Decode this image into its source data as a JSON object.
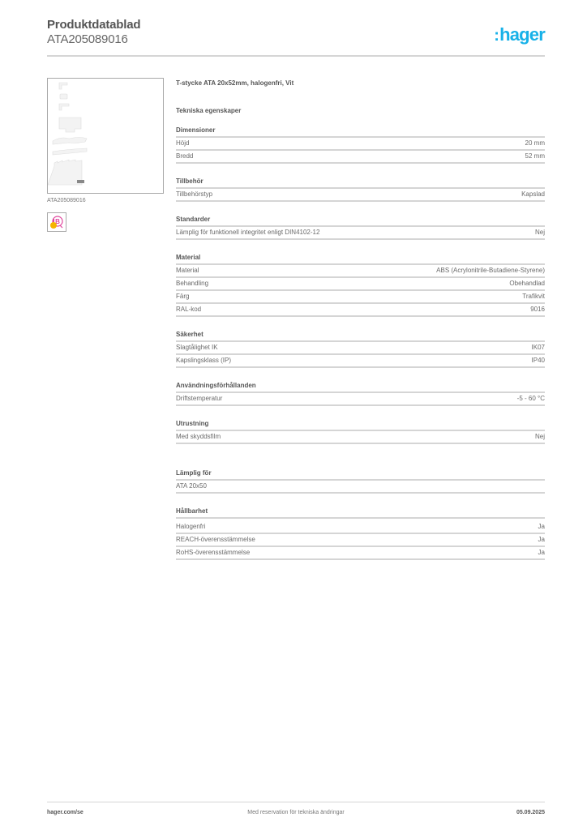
{
  "header": {
    "title": "Produktdatablad",
    "code": "ATA205089016",
    "logo_text": "hager",
    "logo_color": "#17b1e8"
  },
  "image": {
    "caption": "ATA205089016",
    "badge_icon": "halogen-free-badge-icon"
  },
  "product": {
    "description": "T-stycke ATA 20x52mm, halogenfri, Vit",
    "tech_heading": "Tekniska egenskaper"
  },
  "sections": [
    {
      "title": "Dimensioner",
      "rows": [
        {
          "label": "Höjd",
          "value": "20 mm"
        },
        {
          "label": "Bredd",
          "value": "52 mm"
        }
      ]
    },
    {
      "title": "Tillbehör",
      "rows": [
        {
          "label": "Tillbehörstyp",
          "value": "Kapslad"
        }
      ]
    },
    {
      "title": "Standarder",
      "rows": [
        {
          "label": "Lämplig för funktionell integritet enligt DIN4102-12",
          "value": "Nej"
        }
      ]
    },
    {
      "title": "Material",
      "rows": [
        {
          "label": "Material",
          "value": "ABS (Acrylonitrile-Butadiene-Styrene)"
        },
        {
          "label": "Behandling",
          "value": "Obehandlad"
        },
        {
          "label": "Färg",
          "value": "Trafikvit"
        },
        {
          "label": "RAL-kod",
          "value": "9016"
        }
      ]
    },
    {
      "title": "Säkerhet",
      "rows": [
        {
          "label": "Slagtålighet IK",
          "value": "IK07"
        },
        {
          "label": "Kapslingsklass (IP)",
          "value": "IP40"
        }
      ]
    },
    {
      "title": "Användningsförhållanden",
      "rows": [
        {
          "label": "Driftstemperatur",
          "value": "-5 - 60 °C"
        }
      ]
    },
    {
      "title": "Utrustning",
      "rows": [
        {
          "label": "Med skyddsfilm",
          "value": "Nej"
        }
      ]
    },
    {
      "title": "Lämplig för",
      "rows": [
        {
          "label": "ATA 20x50",
          "value": ""
        }
      ]
    },
    {
      "title": "Hållbarhet",
      "rows": [
        {
          "label": "Halogenfri",
          "value": "Ja"
        },
        {
          "label": "REACH-överensstämmelse",
          "value": "Ja"
        },
        {
          "label": "RoHS-överensstämmelse",
          "value": "Ja"
        }
      ]
    }
  ],
  "footer": {
    "website": "hager.com/se",
    "disclaimer": "Med reservation för tekniska ändringar",
    "date": "05.09.2025"
  }
}
